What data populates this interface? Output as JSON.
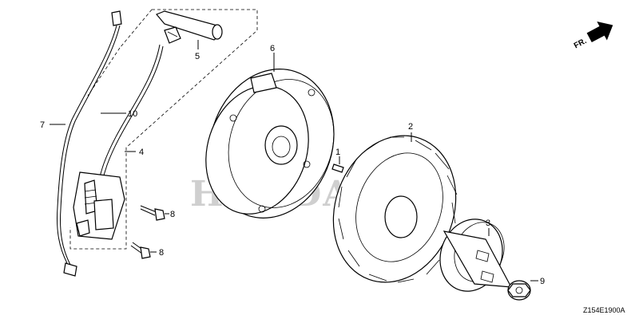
{
  "watermark": "HONDA",
  "front_marker": {
    "label": "FR."
  },
  "diagram_code": "Z154E1900A",
  "callouts": {
    "p1": "1",
    "p2": "2",
    "p3": "3",
    "p4": "4",
    "p5": "5",
    "p6": "6",
    "p7": "7",
    "p8a": "8",
    "p8b": "8",
    "p9": "9",
    "p10": "10"
  }
}
